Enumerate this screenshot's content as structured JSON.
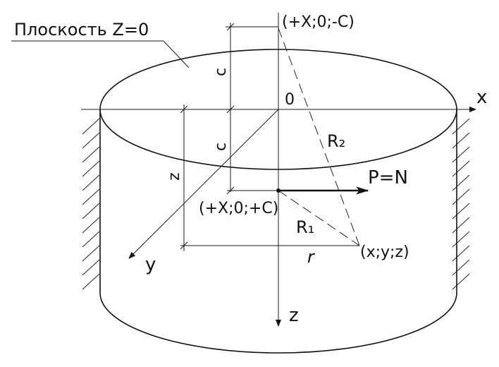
{
  "diagram": {
    "plane_label": "Плоскость Z=0",
    "origin_label": "0",
    "axis_x_label": "x",
    "axis_y_label": "y",
    "axis_z_label": "z",
    "point_top_label": "(+X;0;-C)",
    "point_bottom_label": "(+X;0;+C)",
    "point_xyz_label": "(x;y;z)",
    "force_label": "P=N",
    "dim_c_upper": "c",
    "dim_c_lower": "c",
    "dim_z": "z",
    "dim_r": "r",
    "r1_label": "R₁",
    "r2_label": "R₂"
  },
  "colors": {
    "ink": "#111111",
    "background": "#ffffff"
  }
}
